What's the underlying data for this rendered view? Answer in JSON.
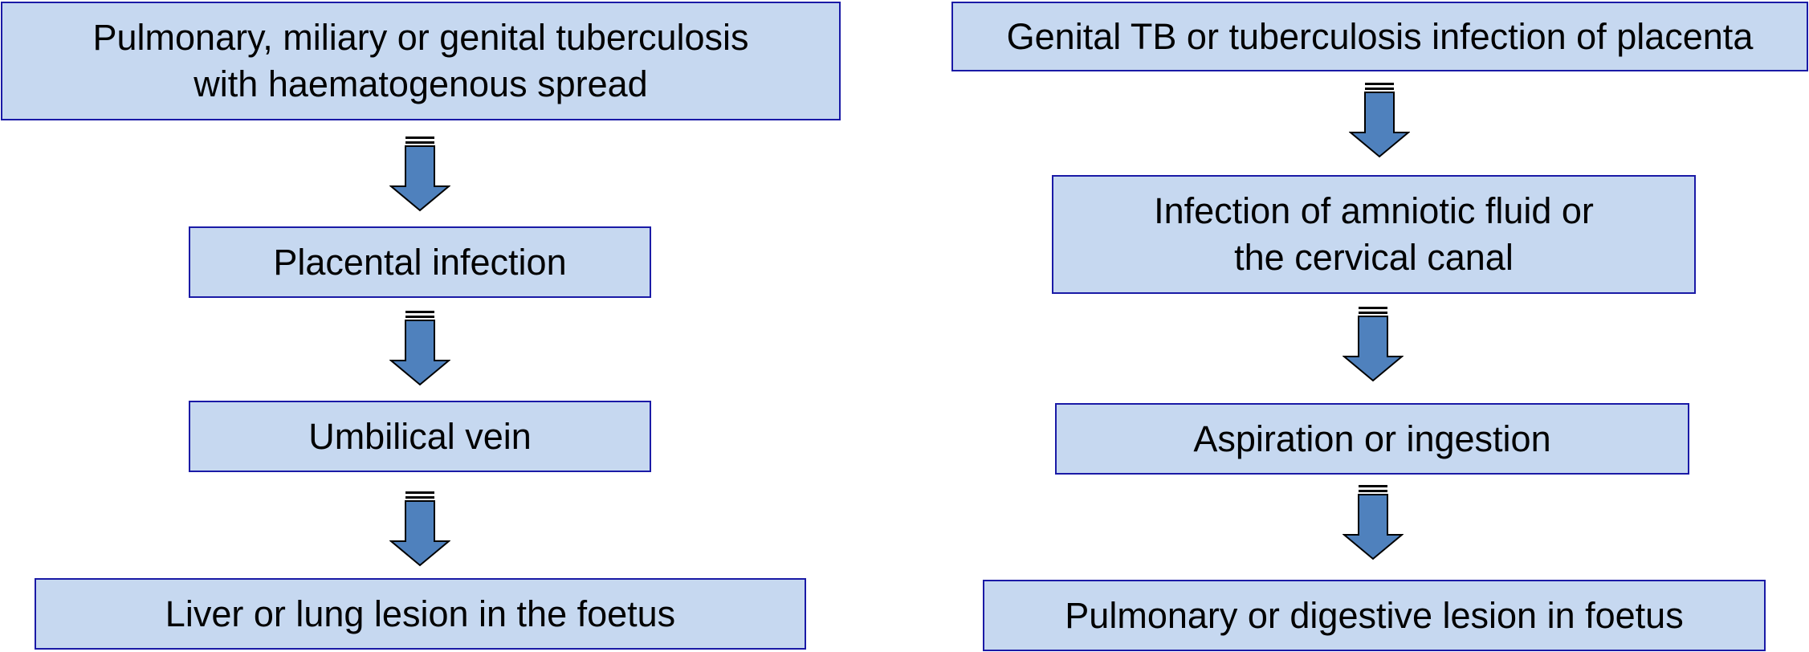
{
  "colors": {
    "box_fill": "#c6d8f0",
    "box_border": "#1a1aa6",
    "arrow_fill": "#4f81bd",
    "arrow_stroke": "#000000"
  },
  "left_flow": {
    "boxes": [
      "Pulmonary, miliary or genital tuberculosis\nwith haematogenous spread",
      "Placental infection",
      "Umbilical vein",
      "Liver or lung lesion in the foetus"
    ]
  },
  "right_flow": {
    "boxes": [
      "Genital TB or tuberculosis infection of placenta",
      "Infection of amniotic fluid or\nthe cervical canal",
      "Aspiration or ingestion",
      "Pulmonary or digestive lesion in foetus"
    ]
  },
  "arrow_icon": "down-arrow-icon"
}
